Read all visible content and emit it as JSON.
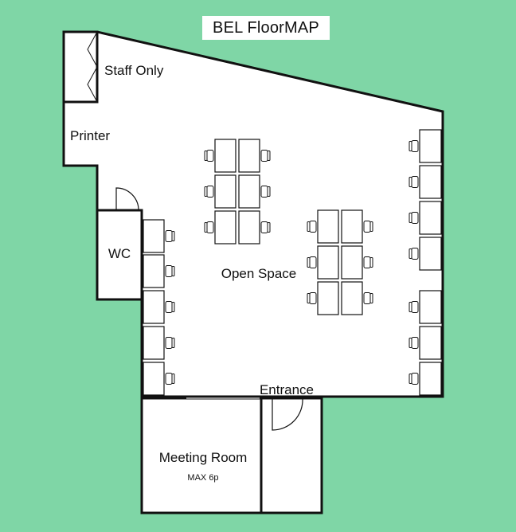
{
  "title": "BEL FloorMAP",
  "labels": {
    "staff_only": "Staff Only",
    "printer": "Printer",
    "wc": "WC",
    "open_space": "Open Space",
    "entrance": "Entrance",
    "meeting_room": "Meeting Room",
    "meeting_capacity": "MAX 6p"
  },
  "colors": {
    "background": "#7fd6a6",
    "floor": "#ffffff",
    "wall": "#111111"
  }
}
